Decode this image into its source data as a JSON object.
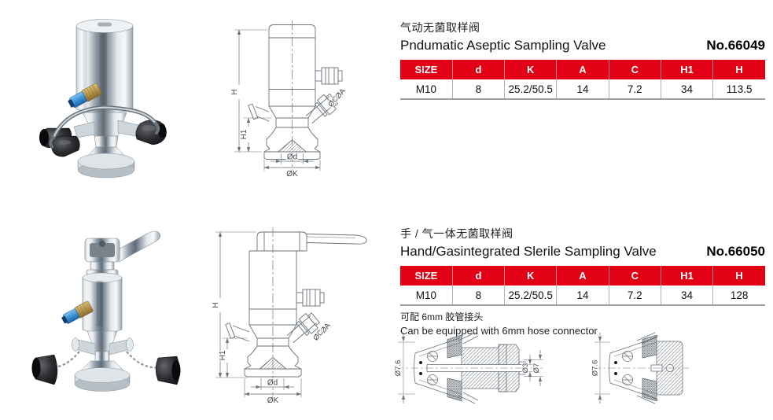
{
  "colors": {
    "accent_red": "#e10014",
    "table_border": "#9aa0a6",
    "drawing_line": "#6a727a"
  },
  "dim_labels": {
    "H": "H",
    "H1": "H1",
    "Od": "Ød",
    "OK": "ØK",
    "OA": "ØA",
    "OC": "ØC"
  },
  "sections": [
    {
      "product_no": "No.66049",
      "title_zh": "气动无菌取样阀",
      "title_en": "Pndumatic Aseptic Sampling Valve",
      "table": {
        "headers": [
          "SIZE",
          "d",
          "K",
          "A",
          "C",
          "H1",
          "H"
        ],
        "rows": [
          [
            "M10",
            "8",
            "25.2/50.5",
            "14",
            "7.2",
            "34",
            "113.5"
          ]
        ]
      }
    },
    {
      "product_no": "No.66050",
      "title_zh": "手 / 气一体无菌取样阀",
      "title_en": "Hand/Gasintegrated Slerile Sampling Valve",
      "table": {
        "headers": [
          "SIZE",
          "d",
          "K",
          "A",
          "C",
          "H1",
          "H"
        ],
        "rows": [
          [
            "M10",
            "8",
            "25.2/50.5",
            "14",
            "7.2",
            "34",
            "128"
          ]
        ]
      },
      "note_zh": "可配 6mm 胶管接头",
      "note_en": "Can be equipped with 6mm hose connector",
      "connector_dims": {
        "d76": "Ø7.6",
        "d3": "Ø3",
        "d7": "Ø7"
      }
    }
  ]
}
